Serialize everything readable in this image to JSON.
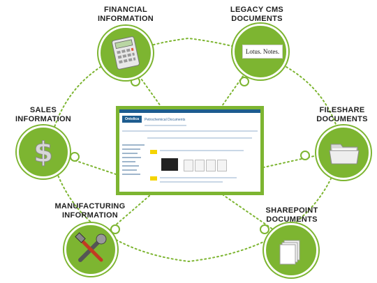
{
  "nodes": {
    "financial": {
      "label_line1": "FINANCIAL",
      "label_line2": "INFORMATION",
      "icon": "calculator-icon"
    },
    "legacy_cms": {
      "label_line1": "LEGACY CMS",
      "label_line2": "DOCUMENTS",
      "icon": "lotus-notes-icon",
      "icon_text": "Lotus. Notes."
    },
    "sales": {
      "label_line1": "SALES",
      "label_line2": "INFORMATION",
      "icon": "dollar-sign-icon"
    },
    "fileshare": {
      "label_line1": "FILESHARE",
      "label_line2": "DOCUMENTS",
      "icon": "folder-icon"
    },
    "manufacturing": {
      "label_line1": "MANUFACTURING",
      "label_line2": "INFORMATION",
      "icon": "tools-icon"
    },
    "sharepoint": {
      "label_line1": "SHAREPOINT",
      "label_line2": "DOCUMENTS",
      "icon": "document-stack-icon"
    }
  },
  "center_screen": {
    "logo_text": "Ontolica",
    "title": "Petrochemical Documents"
  },
  "colors": {
    "accent": "#7db531",
    "brand_blue": "#1d5c8f"
  }
}
